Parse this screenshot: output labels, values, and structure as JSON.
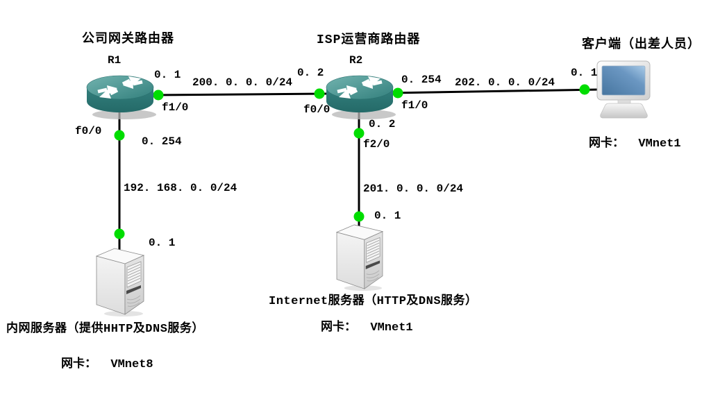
{
  "diagram_type": "network-topology",
  "colors": {
    "background": "#ffffff",
    "wire": "#000000",
    "endpoint_dot": "#00dd00",
    "router_body": "#2e7a78",
    "router_top": "#4f9a97",
    "client_screen": "#4a7aa8",
    "server_case": "#e9e9e9"
  },
  "nodes": {
    "r1": {
      "title": "公司网关路由器",
      "hostname": "R1"
    },
    "r2": {
      "title": "ISP运营商路由器",
      "hostname": "R2"
    },
    "client": {
      "title": "客户端（出差人员）",
      "nic": "网卡：  VMnet1"
    },
    "intranet_server": {
      "title": "内网服务器（提供HHTP及DNS服务）",
      "nic": "网卡：  VMnet8"
    },
    "internet_server": {
      "title": "Internet服务器（HTTP及DNS服务）",
      "nic": "网卡：  VMnet1"
    }
  },
  "links": {
    "r1_r2": {
      "network": "200. 0. 0. 0/24",
      "r1_ip": "0. 1",
      "r1_if": "f1/0",
      "r2_ip": "0. 2",
      "r2_if": "f0/0"
    },
    "r2_client": {
      "network": "202. 0. 0. 0/24",
      "r2_ip": "0. 254",
      "r2_if": "f1/0",
      "client_ip": "0. 1"
    },
    "r1_intranet": {
      "network": "192. 168. 0. 0/24",
      "r1_ip": "0. 254",
      "r1_if": "f0/0",
      "server_ip": "0. 1"
    },
    "r2_internet": {
      "network": "201. 0. 0. 0/24",
      "r2_ip": "0. 2",
      "r2_if": "f2/0",
      "server_ip": "0. 1"
    }
  }
}
